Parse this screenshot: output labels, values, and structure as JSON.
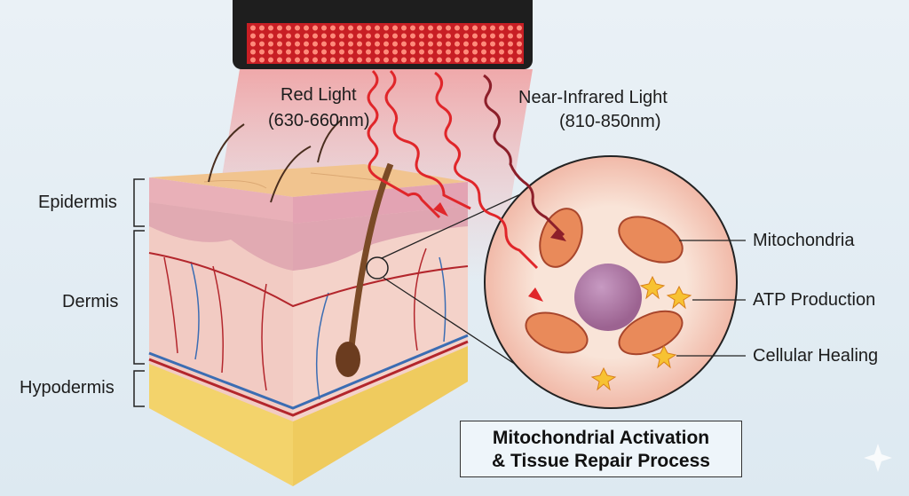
{
  "light_labels": {
    "red": {
      "name": "Red Light",
      "range": "(630-660nm)"
    },
    "nir": {
      "name": "Near-Infrared Light",
      "range": "(810-850nm)"
    }
  },
  "skin_layers": [
    "Epidermis",
    "Dermis",
    "Hypodermis"
  ],
  "cell_labels": [
    "Mitochondria",
    "ATP Production",
    "Cellular Healing"
  ],
  "title": {
    "line1": "Mitochondrial Activation",
    "line2": "& Tissue Repair Process"
  },
  "colors": {
    "red_light": "#e0262a",
    "nir_light": "#8c1f2a",
    "device": "#1e1e1e",
    "epidermis": "#f1c48f",
    "dermis": "#f2c9c2",
    "hypodermis": "#f3d36b",
    "cell": "#f7dccf"
  }
}
